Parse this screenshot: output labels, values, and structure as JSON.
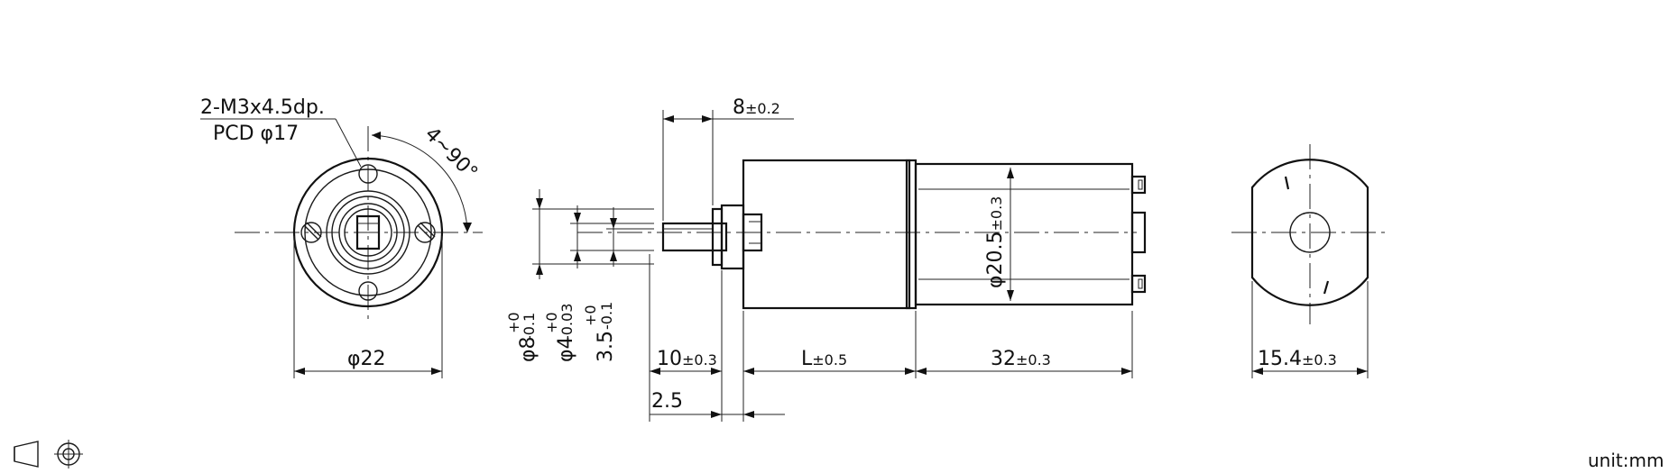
{
  "hole_spec": {
    "line1": "2-M3x4.5dp.",
    "line2": "PCD φ17"
  },
  "angle_note": "4~90°",
  "dims": {
    "flange_dia": "φ22",
    "shaft_dia_8": "φ8",
    "shaft_dia_8_tol_upper": "+0",
    "shaft_dia_8_tol_lower": "-0.1",
    "shaft_dia_4": "φ4",
    "shaft_dia_4_tol_upper": "+0",
    "shaft_dia_4_tol_lower": "-0.03",
    "flat_3_5": "3.5",
    "flat_3_5_tol_upper": "+0",
    "flat_3_5_tol_lower": "-0.1",
    "boss_len": "8",
    "boss_len_tol": "±0.2",
    "shaft_len": "10",
    "shaft_len_tol": "±0.3",
    "gear_len": "L",
    "gear_len_tol": "±0.5",
    "motor_len": "32",
    "motor_len_tol": "±0.3",
    "motor_dia": "φ20.5",
    "motor_dia_tol": "±0.3",
    "flange_thk": "2.5",
    "rear_width": "15.4",
    "rear_width_tol": "±0.3"
  },
  "unit_label": "unit:mm",
  "icons": [
    "projection-symbol-icon",
    "first-angle-projection-icon"
  ]
}
